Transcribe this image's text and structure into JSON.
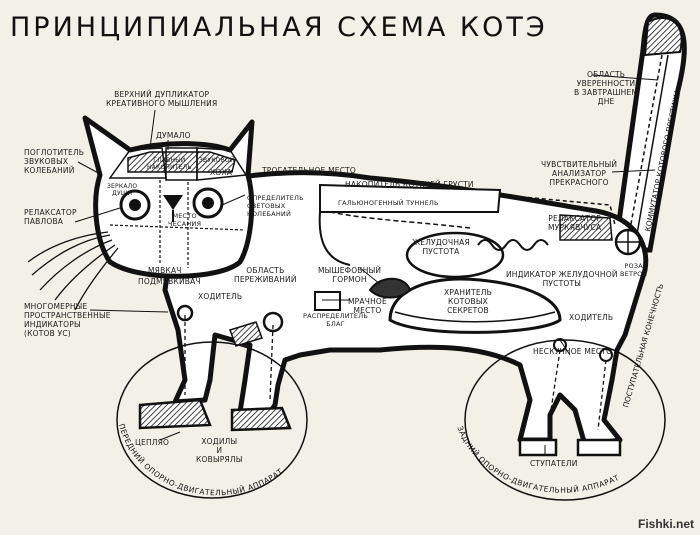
{
  "title": "ПРИНЦИПИАЛЬНАЯ СХЕМА КОТЭ",
  "watermark": "Fishki.net",
  "labels": {
    "upper_duplicator": "ВЕРХНИЙ ДУПЛИКАТОР\nКРЕАТИВНОГО МЫШЛЕНИЯ",
    "dumalo": "ДУМАЛО",
    "sound_absorber": "ПОГЛОТИТЕЛЬ\nЗВУКОВЫХ\nКОЛЕБАНИЙ",
    "mirrors": "ЗЕРКАЛО\nДУШИ",
    "main_accumulator": "ГЛАВНЫЙ\nНАКОПИТЕЛЬ",
    "sound_ear": "ЗВУКОВОЙ",
    "hoha": "ХОХА",
    "touch_place": "ТРОГАТЕЛЬНОЕ МЕСТО",
    "relaxator_pavlova": "РЕЛАКСАТОР\nПАВЛОВА",
    "light_detector": "ОПРЕДЕЛИТЕЛЬ\nСВЕТОВЫХ\nКОЛЕБАНИЙ",
    "scratch_place": "МЕСТО\nЧЕСАНИЯ",
    "myavkach": "МЯВКАЧ",
    "podmyavkivach": "ПОДМЯВКИВАЧ",
    "feelings_area": "ОБЛАСТЬ\nПЕРЕЖИВАНИЙ",
    "mouse_hormone": "МЫШЕФОБНЫЙ\nГОРМОН",
    "sad_accumulator": "НАКОПИТЕЛЬ КОТЯЧЕЙ ГРУСТИ",
    "gal_tunnel": "ГАЛЬЮНОГЕННЫЙ ТУННЕЛЬ",
    "stomach_void": "ЖЕЛУДОЧНАЯ\nПУСТОТА",
    "purr_relaxator": "РЕЛАКСАТОР\nМУРКЯВЧУСА",
    "stomach_indicator": "ИНДИКАТОР ЖЕЛУДОЧНОЙ\nПУСТОТЫ",
    "cat_secrets": "ХРАНИТЕЛЬ\nКОТОВЫХ\nСЕКРЕТОВ",
    "rose_winds": "РОЗА\nВЕТРОВ",
    "multidim": "МНОГОМЕРНЫЕ\nПРОСТРАНСТВЕННЫЕ\nИНДИКАТОРЫ\n(КОТОВ УС)",
    "walker_front": "ХОДИТЕЛЬ",
    "walker_back": "ХОДИТЕЛЬ",
    "mrachnoe": "МРАЧНОЕ\nМЕСТО",
    "distributor": "РАСПРЕДЕЛИТЕЛЬ\nБЛАГ",
    "nesk_place": "НЕСКУЧНОЕ МЕСТО",
    "tseplyao": "ЦЕПЛЯО",
    "walk_dig": "ХОДИЛЫ\nИ\nКОВЫРЯЛЫ",
    "steppers": "СТУПАТЕЛИ",
    "confidence": "ОБЛАСТЬ\nУВЕРЕННОСТИ\nВ ЗАВТРАШНЕМ\nДНЕ",
    "beauty": "ЧУВСТВИТЕЛЬНЫЙ\nАНАЛИЗАТОР\nПРЕКРАСНОГО",
    "prestige": "КОММУТАТОР КОТОВОГО ПРЕСТИЖА",
    "progress_limb": "ПОСТУПАТЕЛЬНАЯ КОНЕЧНОСТЬ",
    "front_apparatus": "ПЕРЕДНИЙ ОПОРНО-ДВИГАТЕЛЬНЫЙ АППАРАТ",
    "back_apparatus": "ЗАДНИЙ ОПОРНО-ДВИГАТЕЛЬНЫЙ АППАРАТ"
  }
}
